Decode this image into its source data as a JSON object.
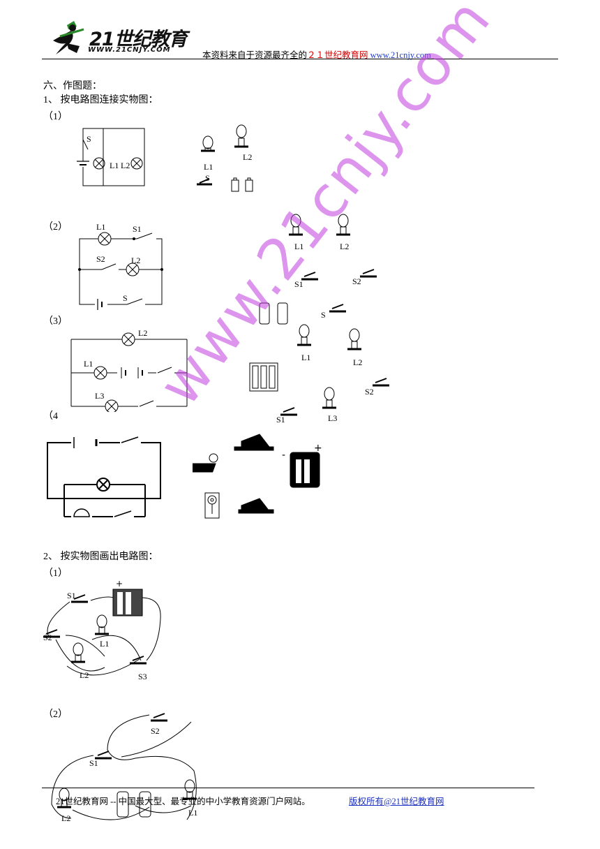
{
  "header": {
    "logo_text": "21世纪教育",
    "logo_url": "WWW.21CNJY.COM",
    "note_prefix": "本资料来自于资源最齐全的",
    "note_brand": "２１世纪教育网",
    "note_url": "www.21cnjy.com"
  },
  "section": {
    "title": "六、作图题：",
    "q1_title": "1、 按电路图连接实物图：",
    "q1_parts": [
      "（1）",
      "（2）",
      "（3）",
      "（4"
    ],
    "q2_title": "2、 按实物图画出电路图：",
    "q2_parts": [
      "（1）",
      "（2）"
    ]
  },
  "labels": {
    "p1_circuit": [
      "S",
      "L1",
      "L2"
    ],
    "p1_objects": [
      "L1",
      "L2",
      "S"
    ],
    "p2_circuit": [
      "L1",
      "S1",
      "S2",
      "L2",
      "S"
    ],
    "p2_objects": [
      "L1",
      "L2",
      "S1",
      "S2",
      "S"
    ],
    "p3_circuit": [
      "L2",
      "L1",
      "L3"
    ],
    "p3_objects": [
      "L1",
      "L2",
      "S2",
      "S1",
      "L3"
    ],
    "q2p1": [
      "S1",
      "S2",
      "L1",
      "L2",
      "S3"
    ],
    "q2p2": [
      "S2",
      "S1",
      "L2",
      "L1"
    ]
  },
  "watermark": "www.21cnjy.com",
  "footer": {
    "left": "21世纪教育网 -- 中国最大型、最专业的中小学教育资源门户网站。",
    "right": "版权所有@21世纪教育网"
  }
}
